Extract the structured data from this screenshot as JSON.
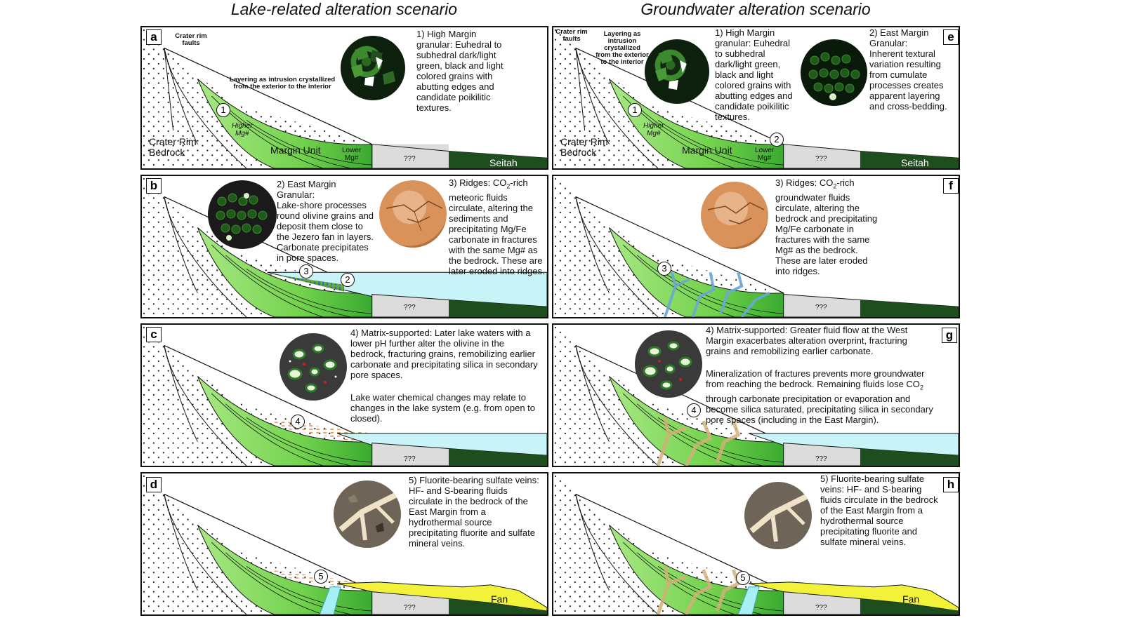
{
  "titles": {
    "left": "Lake-related alteration scenario",
    "right": "Groundwater alteration scenario"
  },
  "common": {
    "unknown": "???",
    "seitah": "Seitah",
    "fan": "Fan",
    "margin_unit": "Margin Unit",
    "crater_rim_bedrock": "Crater Rim\nBedrock",
    "crater_rim_faults": "Crater rim\nfaults",
    "higher_mg": "Higher\nMg#",
    "lower_mg": "Lower\nMg#"
  },
  "panels": {
    "a": {
      "label": "a",
      "layering_note": "Layering as intrusion crystallized\nfrom the exterior to the interior",
      "text1": "1) High Margin\ngranular: Euhedral to\nsubhedral dark/light\ngreen, black and light\ncolored grains with\nabutting edges and\ncandidate poikilitic\ntextures.",
      "markers": [
        "1"
      ]
    },
    "e": {
      "label": "e",
      "layering_note": "Layering as\nintrusion crystallized\nfrom the exterior\nto the interior",
      "text1": "1) High Margin\ngranular: Euhedral\nto subhedral\ndark/light green,\nblack and light\ncolored grains with\nabutting edges and\ncandidate poikilitic\ntextures.",
      "text2": "2) East Margin\nGranular:\nInherent textural\nvariation resulting\nfrom cumulate\nprocesses creates\napparent layering\nand cross-bedding.",
      "markers": [
        "1",
        "2"
      ]
    },
    "b": {
      "label": "b",
      "text2": "2) East Margin\nGranular:\nLake-shore processes\nround olivine grains and\ndeposit them close to\nthe Jezero fan in layers.\nCarbonate precipitates\nin pore spaces.",
      "text3_head": "3) Ridges: CO",
      "text3_sub": "2",
      "text3_tail": "-rich",
      "text3_body": "meteoric fluids\ncirculate, altering the\nsediments and\nprecipitating Mg/Fe\ncarbonate in fractures\nwith the same Mg# as\nthe bedrock. These are\nlater eroded into ridges.",
      "markers": [
        "3",
        "2"
      ]
    },
    "f": {
      "label": "f",
      "text3_head": "3) Ridges: CO",
      "text3_sub": "2",
      "text3_tail": "-rich",
      "text3_body": "groundwater fluids\ncirculate, altering the\nbedrock and precipitating\nMg/Fe carbonate in\nfractures with the same\nMg# as the bedrock.\nThese are later eroded\ninto ridges.",
      "markers": [
        "3"
      ]
    },
    "c": {
      "label": "c",
      "text4": "4) Matrix-supported: Later lake waters with a\nlower pH further alter the olivine in the\nbedrock, fracturing grains, remobilizing earlier\ncarbonate and precipitating silica in secondary\npore spaces.",
      "text4b": "Lake water chemical changes may relate to\nchanges in the lake system (e.g. from open to\nclosed).",
      "markers": [
        "4"
      ]
    },
    "g": {
      "label": "g",
      "text4": "4) Matrix-supported: Greater fluid flow at the West\nMargin exacerbates alteration overprint, fracturing\ngrains and remobilizing earlier carbonate.",
      "text4b_head": "Mineralization of fractures prevents more groundwater\nfrom reaching the bedrock. Remaining fluids lose CO",
      "text4b_sub": "2",
      "text4b_tail": "through carbonate precipitation or evaporation and\nbecome silica saturated, precipitating silica in secondary\npore spaces (including in the East Margin).",
      "markers": [
        "4"
      ]
    },
    "d": {
      "label": "d",
      "text5": "5) Fluorite-bearing sulfate veins:\nHF- and S-bearing fluids\ncirculate in the bedrock of the\nEast Margin from a\nhydrothermal source\nprecipitating fluorite and sulfate\nmineral veins.",
      "markers": [
        "5"
      ]
    },
    "h": {
      "label": "h",
      "text5": "5) Fluorite-bearing sulfate\nveins: HF- and S-bearing\nfluids circulate in the bedrock\nof the East Margin from a\nhydrothermal source\nprecipitating fluorite and\nsulfate mineral veins.",
      "markers": [
        "5"
      ]
    }
  },
  "colors": {
    "margin_light": "#9be078",
    "margin_mid": "#6fcf4a",
    "margin_dark": "#2fa52a",
    "seitah": "#1e4d1e",
    "lake": "#c8f4f7",
    "unknown_grey": "#dcdcdc",
    "fan": "#f2f23a",
    "carbonate_circle": "#d9925a",
    "thin_section_dark": "#2e2e2e"
  }
}
